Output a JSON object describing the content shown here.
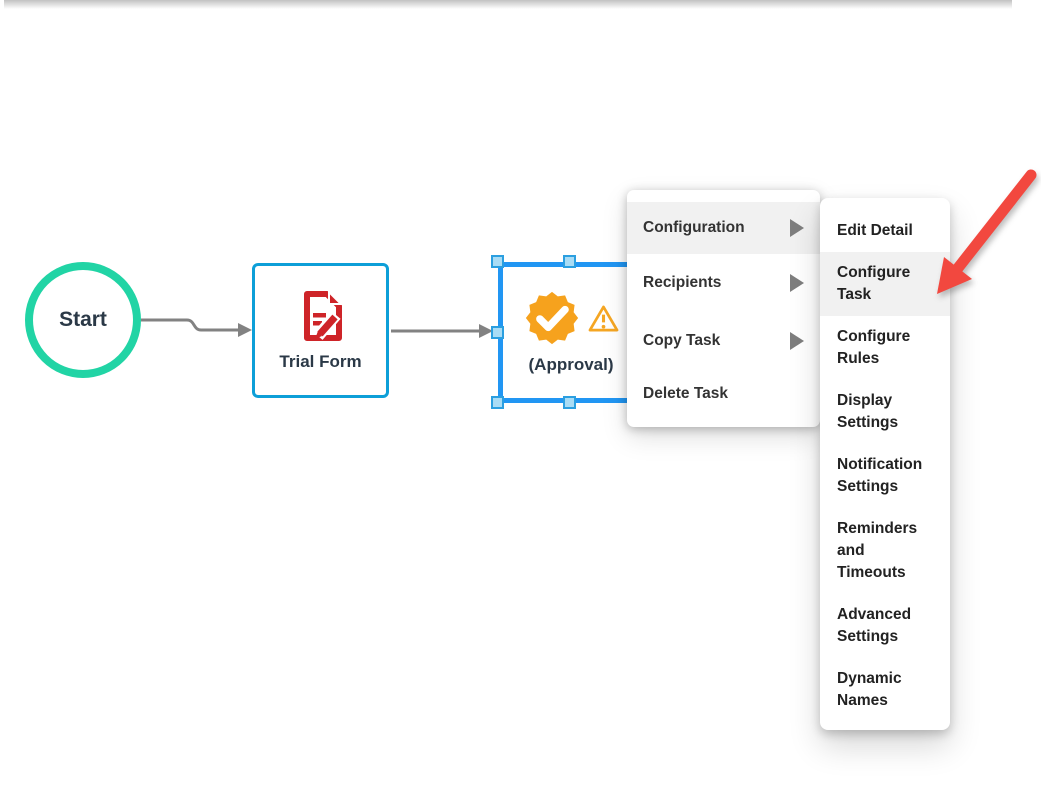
{
  "workflow": {
    "nodes": [
      {
        "label": "Start",
        "type": "start"
      },
      {
        "label": "Trial Form",
        "type": "form-task"
      },
      {
        "label": "(Approval)",
        "type": "approval-task",
        "selected": true,
        "has_warning": true
      }
    ],
    "connectors": [
      {
        "from": "Start",
        "to": "Trial Form"
      },
      {
        "from": "Trial Form",
        "to": "(Approval)"
      }
    ]
  },
  "context_menu": {
    "items": [
      {
        "label": "Configuration",
        "has_submenu": true,
        "highlighted": true
      },
      {
        "label": "Recipients",
        "has_submenu": true,
        "highlighted": false
      },
      {
        "label": "Copy Task",
        "has_submenu": true,
        "highlighted": false
      },
      {
        "label": "Delete Task",
        "has_submenu": false,
        "highlighted": false
      }
    ]
  },
  "submenu": {
    "parent": "Configuration",
    "items": [
      {
        "label": "Edit Detail",
        "highlighted": false
      },
      {
        "label": "Configure Task",
        "highlighted": true
      },
      {
        "label": "Configure Rules",
        "highlighted": false
      },
      {
        "label": "Display Settings",
        "highlighted": false
      },
      {
        "label": "Notification Settings",
        "highlighted": false
      },
      {
        "label": "Reminders and Timeouts",
        "highlighted": false
      },
      {
        "label": "Advanced Settings",
        "highlighted": false
      },
      {
        "label": "Dynamic Names",
        "highlighted": false
      }
    ]
  },
  "annotation": {
    "type": "arrow",
    "color": "#f2483f",
    "points_to": "Configure Task"
  },
  "colors": {
    "start_ring": "#21d4a5",
    "task_border": "#0d9fd8",
    "selected_border": "#2196f3",
    "handle_fill": "#a9dcf5",
    "handle_border": "#2b9fe0",
    "connector": "#828282",
    "document_icon": "#ce2428",
    "approval_badge": "#f6a21d",
    "warning_icon": "#f5a623",
    "menu_text": "#333333",
    "menu_highlight_bg": "#f1f1f1",
    "node_label_text": "#2b3947",
    "annotation_arrow": "#f2483f"
  }
}
